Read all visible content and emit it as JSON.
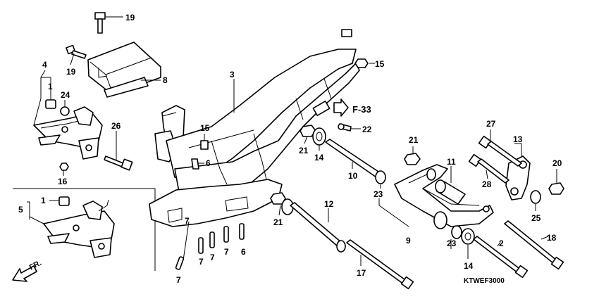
{
  "diagram": {
    "code": "KTWEF3000",
    "front_marker": "FR.",
    "reference": "F-33",
    "callouts": [
      {
        "id": "c19a",
        "text": "19"
      },
      {
        "id": "c19b",
        "text": "19"
      },
      {
        "id": "c8",
        "text": "8"
      },
      {
        "id": "c4",
        "text": "4"
      },
      {
        "id": "c1a",
        "text": "1"
      },
      {
        "id": "c24",
        "text": "24"
      },
      {
        "id": "c26",
        "text": "26"
      },
      {
        "id": "c16",
        "text": "16"
      },
      {
        "id": "c3",
        "text": "3"
      },
      {
        "id": "c15a",
        "text": "15"
      },
      {
        "id": "c15b",
        "text": "15"
      },
      {
        "id": "c6a",
        "text": "6"
      },
      {
        "id": "c6b",
        "text": "6"
      },
      {
        "id": "c7a",
        "text": "7"
      },
      {
        "id": "c7b",
        "text": "7"
      },
      {
        "id": "c7c",
        "text": "7"
      },
      {
        "id": "c7d",
        "text": "7"
      },
      {
        "id": "c7e",
        "text": "7"
      },
      {
        "id": "c5",
        "text": "5"
      },
      {
        "id": "c1b",
        "text": "1"
      },
      {
        "id": "c22",
        "text": "22"
      },
      {
        "id": "c21a",
        "text": "21"
      },
      {
        "id": "c14a",
        "text": "14"
      },
      {
        "id": "c10",
        "text": "10"
      },
      {
        "id": "c23a",
        "text": "23"
      },
      {
        "id": "c21b",
        "text": "21"
      },
      {
        "id": "c12",
        "text": "12"
      },
      {
        "id": "c17",
        "text": "17"
      },
      {
        "id": "c21c",
        "text": "21"
      },
      {
        "id": "c11",
        "text": "11"
      },
      {
        "id": "c27",
        "text": "27"
      },
      {
        "id": "c13",
        "text": "13"
      },
      {
        "id": "c28",
        "text": "28"
      },
      {
        "id": "c20",
        "text": "20"
      },
      {
        "id": "c25",
        "text": "25"
      },
      {
        "id": "c9",
        "text": "9"
      },
      {
        "id": "c23b",
        "text": "23"
      },
      {
        "id": "c14b",
        "text": "14"
      },
      {
        "id": "c2",
        "text": "2"
      },
      {
        "id": "c18",
        "text": "18"
      }
    ]
  }
}
